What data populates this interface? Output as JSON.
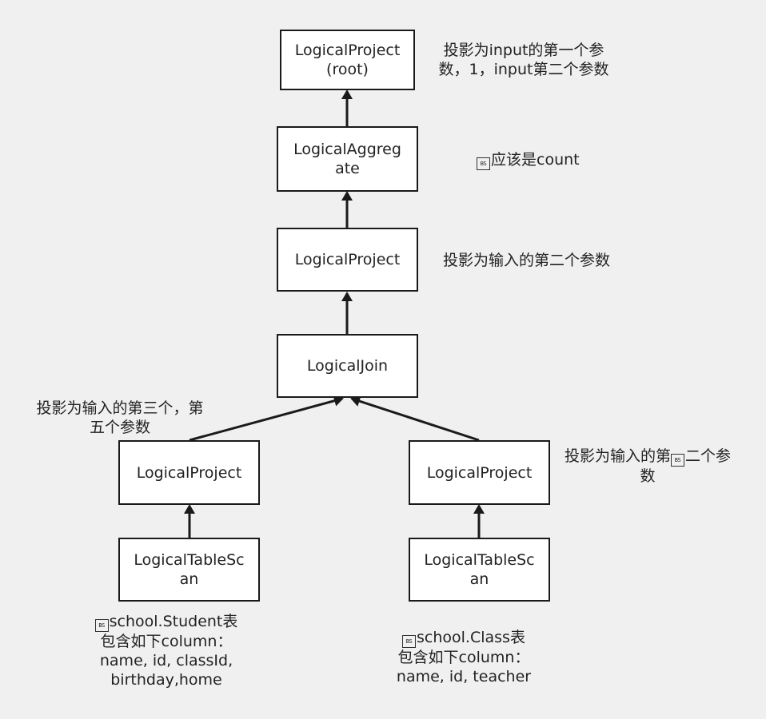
{
  "diagram": {
    "nodes": {
      "root_project": "LogicalProject\n(root)",
      "aggregate": "LogicalAggreg\nate",
      "project_mid": "LogicalProject",
      "join": "LogicalJoin",
      "project_left": "LogicalProject",
      "project_right": "LogicalProject",
      "scan_left": "LogicalTableSc\nan",
      "scan_right": "LogicalTableSc\nan"
    },
    "annotations": {
      "root_project": "投影为input的第一个参\n数，1，input第二个参数",
      "aggregate": "应该是count",
      "project_mid": "投影为输入的第二个参数",
      "project_left": "投影为输入的第三个，第\n五个参数",
      "project_right_a": "投影为输入的第",
      "project_right_b": "二个参\n数",
      "scan_left_a": "school.Student表",
      "scan_left_b": "包含如下column：\nname, id, classId,\nbirthday,home",
      "scan_right_a": "school.Class表",
      "scan_right_b": "包含如下column：\nname, id, teacher"
    },
    "control_glyph": "BS",
    "colors": {
      "background": "#f0f0f0",
      "node_fill": "#ffffff",
      "stroke": "#1a1a1a",
      "text": "#222222"
    }
  }
}
